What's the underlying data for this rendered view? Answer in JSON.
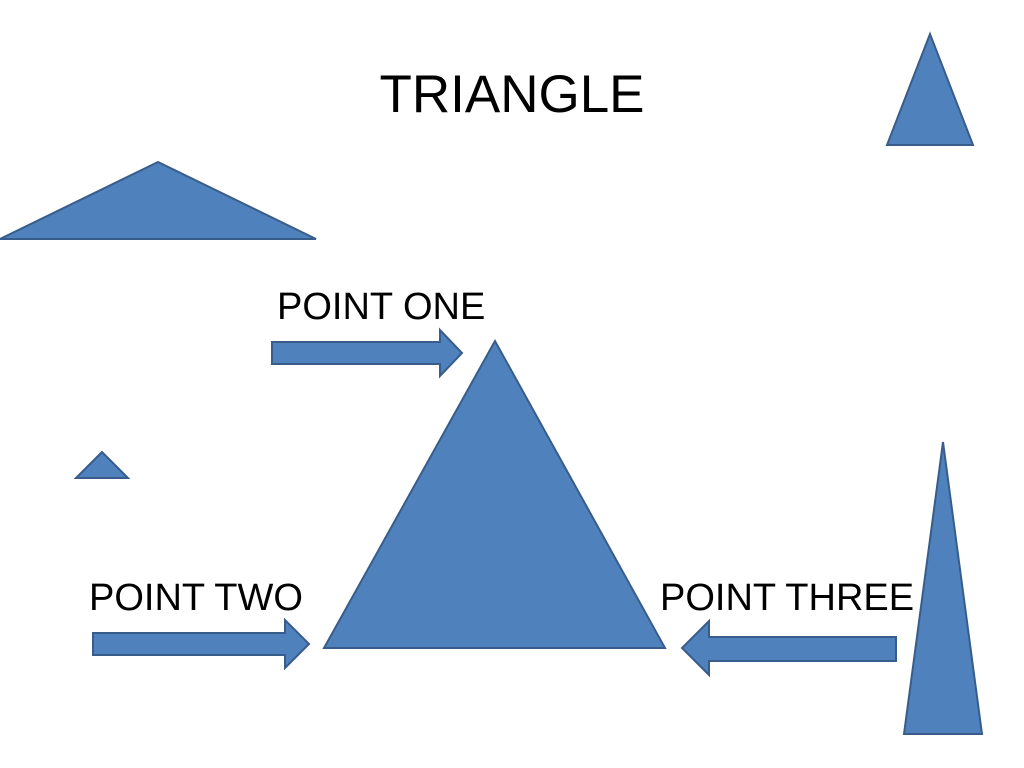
{
  "slide": {
    "title": "TRIANGLE",
    "labels": {
      "point_one": "POINT ONE",
      "point_two": "POINT TWO",
      "point_three": "POINT THREE"
    }
  },
  "colors": {
    "shape_fill": "#4F81BD",
    "shape_stroke": "#385D8A",
    "text": "#000000",
    "background": "#FFFFFF"
  }
}
